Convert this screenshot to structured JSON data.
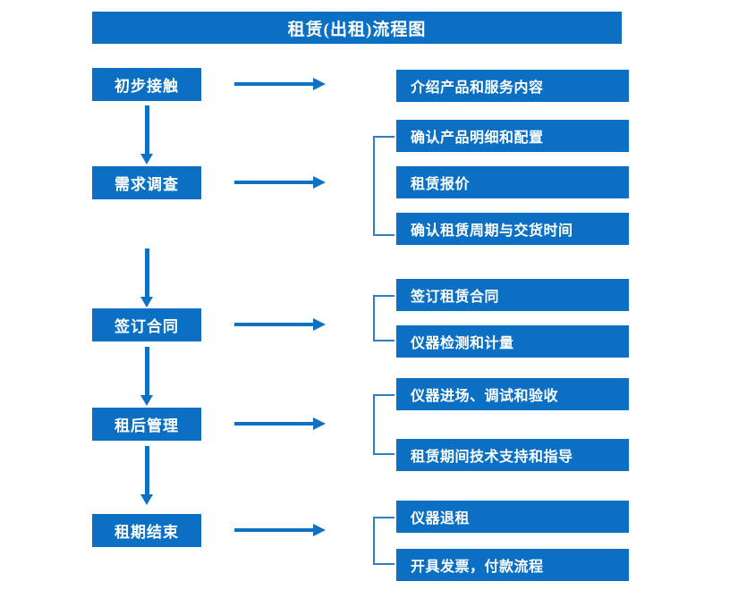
{
  "diagram": {
    "title": "租赁(出租)流程图",
    "accent_color": "#0b70c4",
    "arrow_color": "#0f71c3",
    "bracket_color": "#2d7fc1",
    "text_color": "#ffffff",
    "background_color": "#ffffff"
  },
  "stages": [
    {
      "label": "初步接触"
    },
    {
      "label": "需求调查"
    },
    {
      "label": "签订合同"
    },
    {
      "label": "租后管理"
    },
    {
      "label": "租期结束"
    }
  ],
  "details": {
    "group1": [
      {
        "label": "介绍产品和服务内容"
      }
    ],
    "group2": [
      {
        "label": "确认产品明细和配置"
      },
      {
        "label": "租赁报价"
      },
      {
        "label": "确认租赁周期与交货时间"
      }
    ],
    "group3": [
      {
        "label": "签订租赁合同"
      },
      {
        "label": "仪器检测和计量"
      }
    ],
    "group4": [
      {
        "label": "仪器进场、调试和验收"
      },
      {
        "label": "租赁期间技术支持和指导"
      }
    ],
    "group5": [
      {
        "label": "仪器退租"
      },
      {
        "label": "开具发票，付款流程"
      }
    ]
  }
}
